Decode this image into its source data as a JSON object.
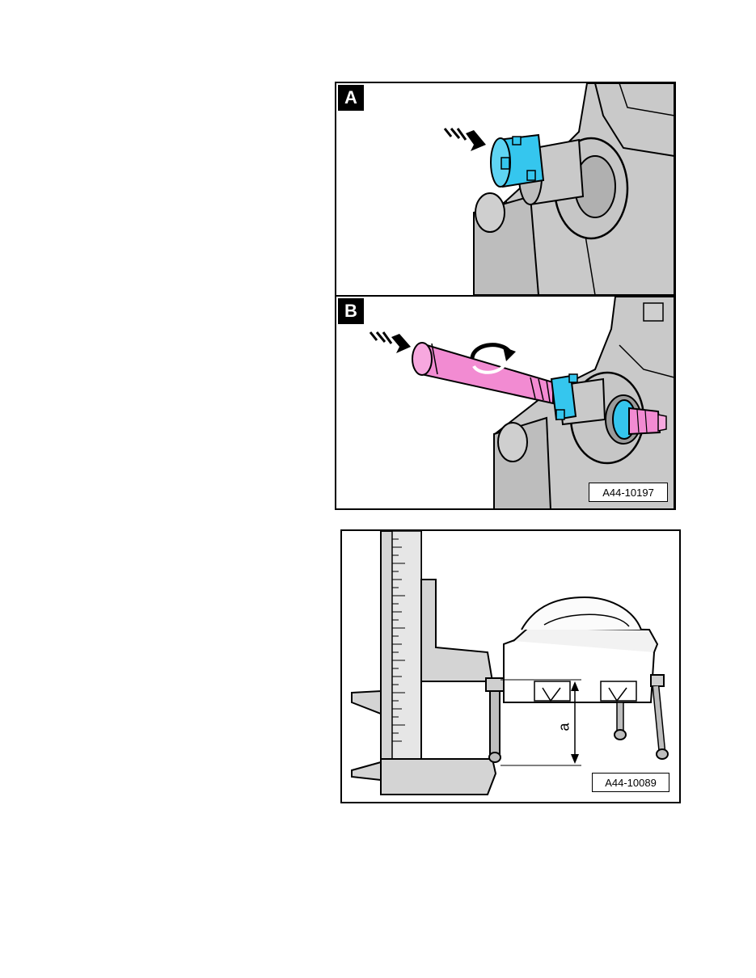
{
  "figure_top": {
    "panel_a": {
      "label": "A"
    },
    "panel_b": {
      "label": "B"
    },
    "reference": "A44-10197",
    "colors": {
      "tool_blue": "#35c6ee",
      "tool_pink": "#f28bd2",
      "housing_gray": "#c9c9c9"
    }
  },
  "figure_bottom": {
    "reference": "A44-10089",
    "dimension_label": "a",
    "colors": {
      "caliper_gray": "#d4d4d4"
    }
  }
}
